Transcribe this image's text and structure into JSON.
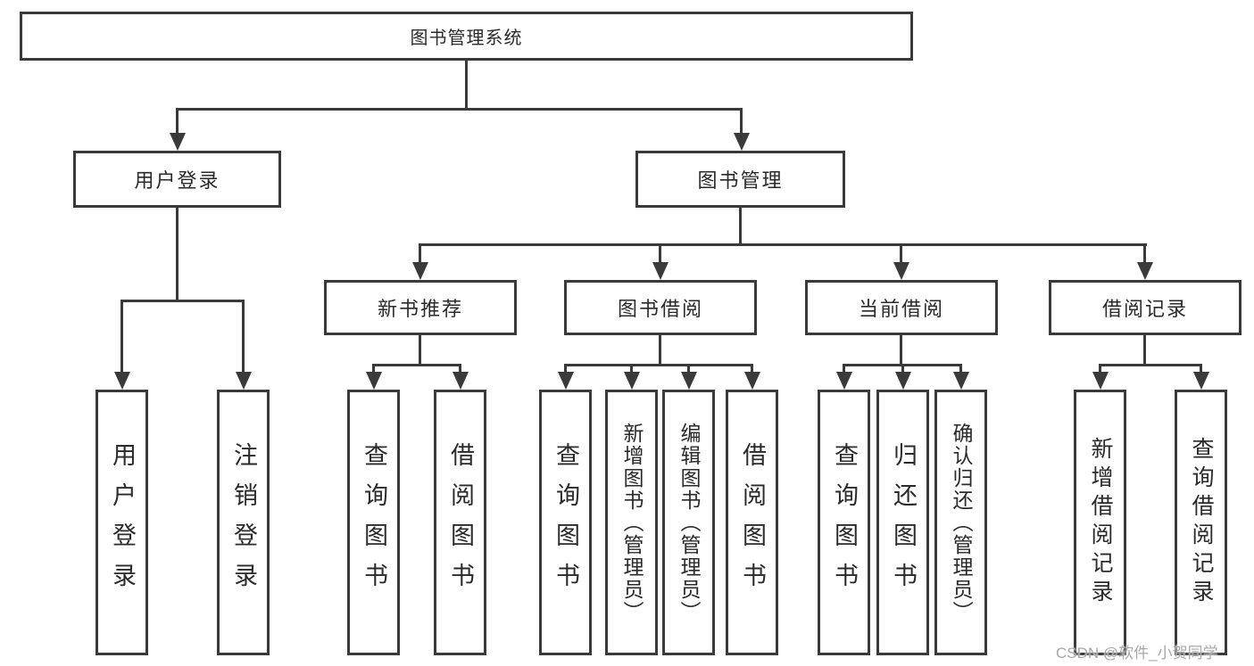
{
  "root": {
    "label": "图书管理系统"
  },
  "level2": [
    {
      "label": "用户登录"
    },
    {
      "label": "图书管理"
    }
  ],
  "level3": [
    {
      "label": "新书推荐",
      "parent": "图书管理"
    },
    {
      "label": "图书借阅",
      "parent": "图书管理"
    },
    {
      "label": "当前借阅",
      "parent": "图书管理"
    },
    {
      "label": "借阅记录",
      "parent": "图书管理"
    }
  ],
  "leaves": [
    {
      "label": "用户登录",
      "parent": "用户登录"
    },
    {
      "label": "注销登录",
      "parent": "用户登录"
    },
    {
      "label": "查询图书",
      "parent": "新书推荐"
    },
    {
      "label": "借阅图书",
      "parent": "新书推荐"
    },
    {
      "label": "查询图书",
      "parent": "图书借阅"
    },
    {
      "label": "新增图书（管理员）",
      "parent": "图书借阅"
    },
    {
      "label": "编辑图书（管理员）",
      "parent": "图书借阅"
    },
    {
      "label": "借阅图书",
      "parent": "图书借阅"
    },
    {
      "label": "查询图书",
      "parent": "当前借阅"
    },
    {
      "label": "归还图书",
      "parent": "当前借阅"
    },
    {
      "label": "确认归还（管理员）",
      "parent": "当前借阅"
    },
    {
      "label": "新增借阅记录",
      "parent": "借阅记录"
    },
    {
      "label": "查询借阅记录",
      "parent": "借阅记录"
    }
  ],
  "watermark": {
    "text": "CSDN @软件_小贺同学"
  },
  "colors": {
    "line": "#3a3a3a",
    "text": "#2a2a2a",
    "background": "#ffffff",
    "watermark": "#a8a8a8"
  }
}
